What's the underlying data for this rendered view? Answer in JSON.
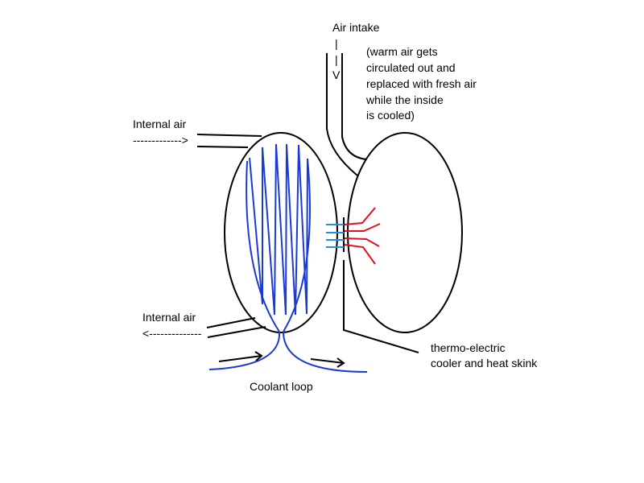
{
  "labels": {
    "air_intake": "Air intake",
    "intake_arrow": [
      "|",
      "|",
      "V"
    ],
    "intake_note": [
      "(warm air gets",
      "circulated out and",
      "replaced with fresh air",
      "while the inside",
      "is cooled)"
    ],
    "internal_air_in": "Internal air",
    "internal_air_in_arrow": "------------->",
    "internal_air_out": "Internal air",
    "internal_air_out_arrow": "<--------------",
    "coolant_loop": "Coolant loop",
    "tec": [
      "thermo-electric",
      "cooler and heat skink"
    ]
  },
  "colors": {
    "outline": "#000000",
    "coolant": "#1a3ad6",
    "cold_side": "#1e90e8",
    "hot_side": "#e8101c"
  }
}
